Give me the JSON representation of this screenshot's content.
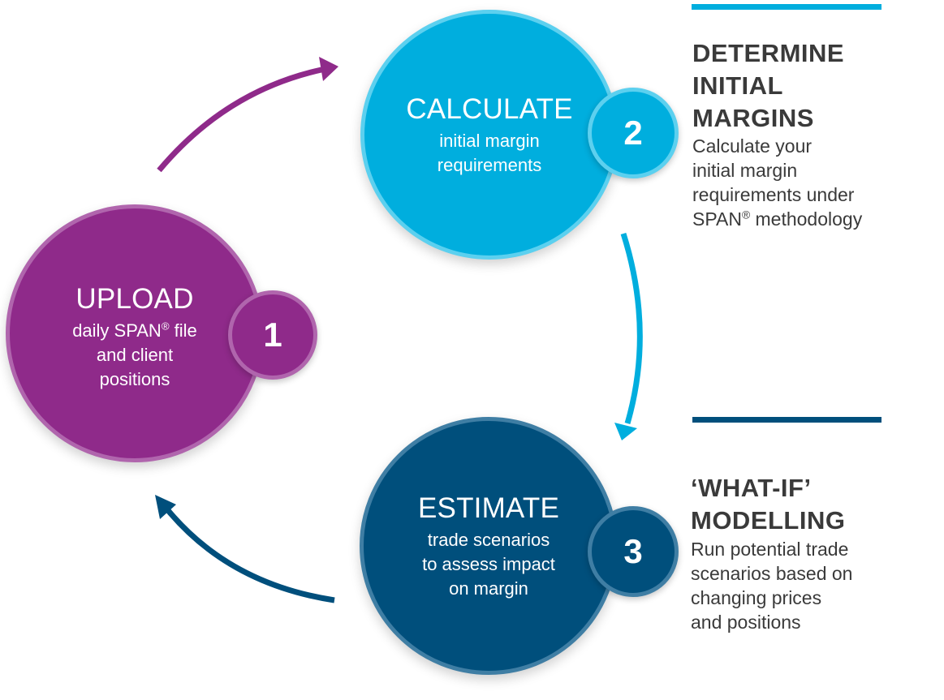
{
  "colors": {
    "purple": "#8f2a8a",
    "purple_ring": "#b065ad",
    "cyan": "#00aede",
    "cyan_ring": "#5cd0ef",
    "navy": "#004f7c",
    "navy_ring": "#3f7ea4",
    "text_dark": "#3a3a3a"
  },
  "steps": [
    {
      "number": "1",
      "title": "UPLOAD",
      "sub_line1_pre": "daily SPAN",
      "sub_line1_sup": "®",
      "sub_line1_post": " file",
      "sub_line2": "and client",
      "sub_line3": "positions"
    },
    {
      "number": "2",
      "title": "CALCULATE",
      "sub_line1": "initial margin",
      "sub_line2": "requirements"
    },
    {
      "number": "3",
      "title": "ESTIMATE",
      "sub_line1": "trade scenarios",
      "sub_line2": "to assess impact",
      "sub_line3": "on margin"
    }
  ],
  "panels": [
    {
      "heading_lines": [
        "DETERMINE",
        "INITIAL",
        "MARGINS"
      ],
      "desc_line1": "Calculate your",
      "desc_line2": "initial margin",
      "desc_line3": "requirements under",
      "desc_line4_pre": "SPAN",
      "desc_line4_sup": "®",
      "desc_line4_post": " methodology"
    },
    {
      "heading_lines": [
        "‘WHAT-IF’",
        "MODELLING"
      ],
      "desc_lines": [
        "Run potential trade",
        "scenarios based on",
        "changing prices",
        "and positions"
      ]
    }
  ]
}
